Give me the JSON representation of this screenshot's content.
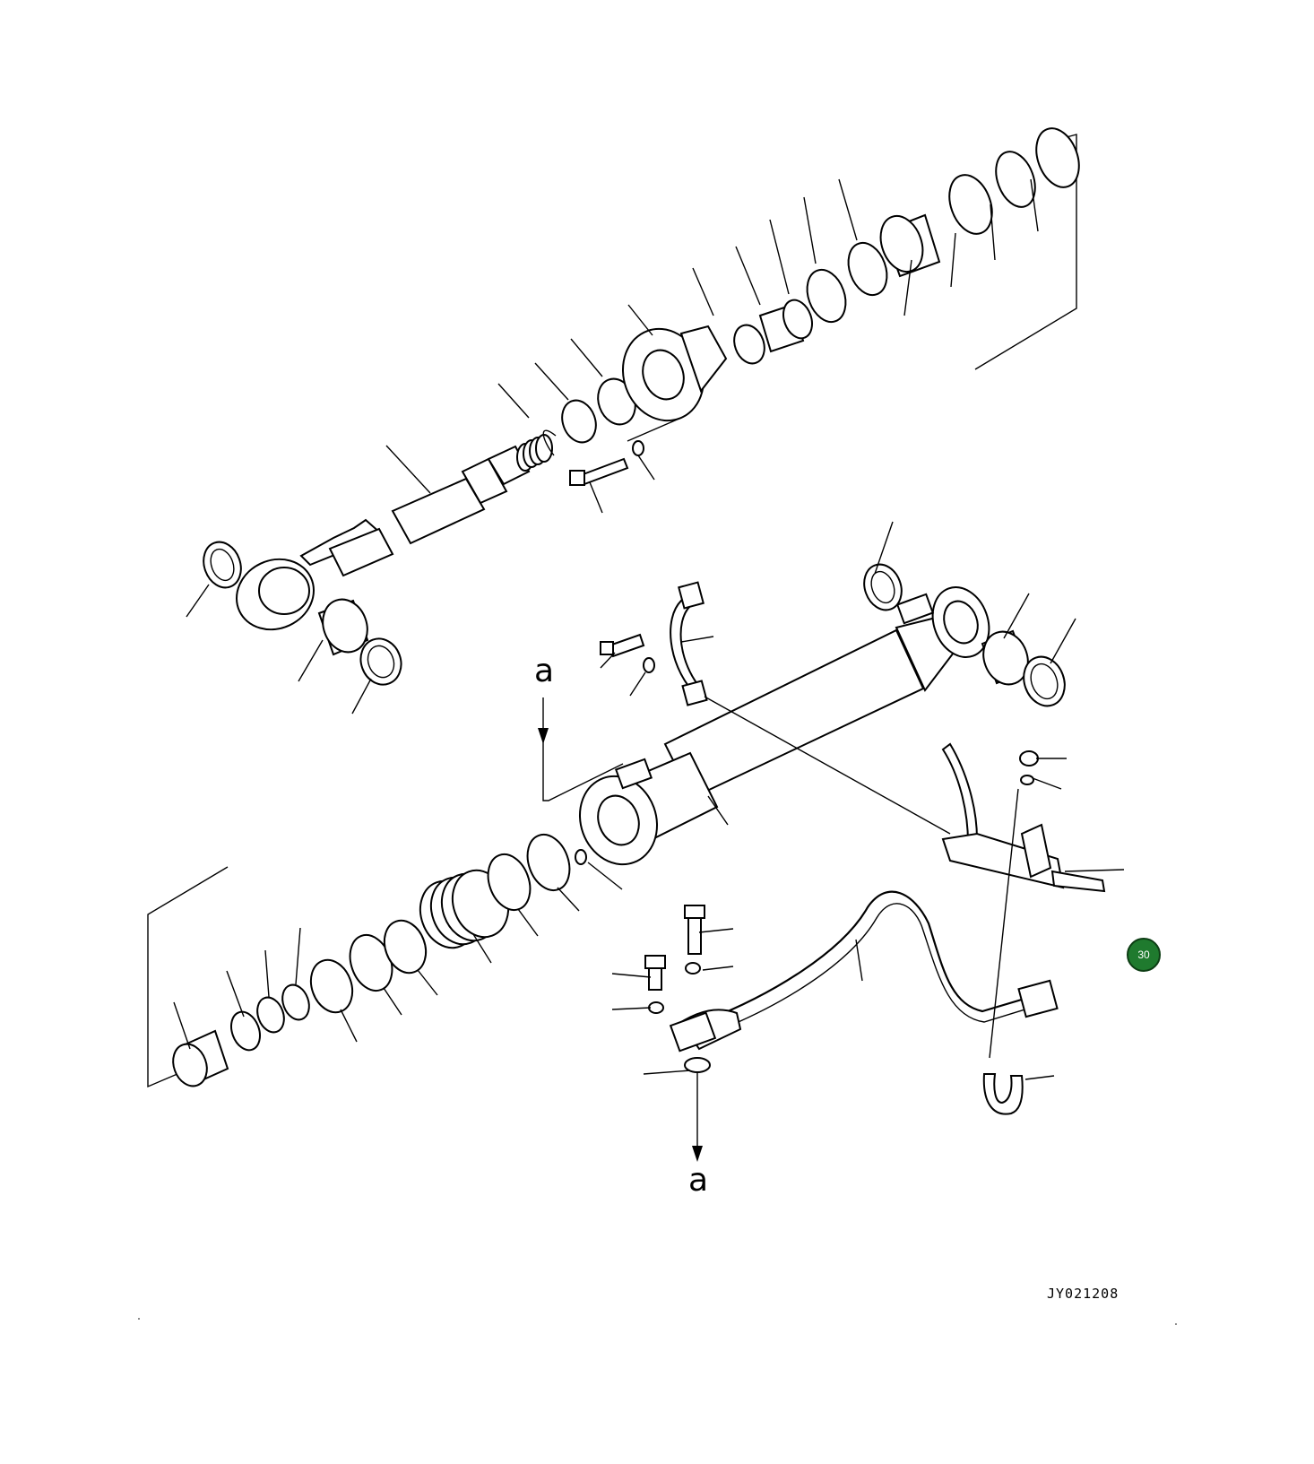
{
  "diagram": {
    "view_marker_top": "a",
    "view_marker_bottom": "a",
    "drawing_number": "JY021208",
    "badge": {
      "label": "30",
      "color": "#1f7a2e"
    }
  }
}
